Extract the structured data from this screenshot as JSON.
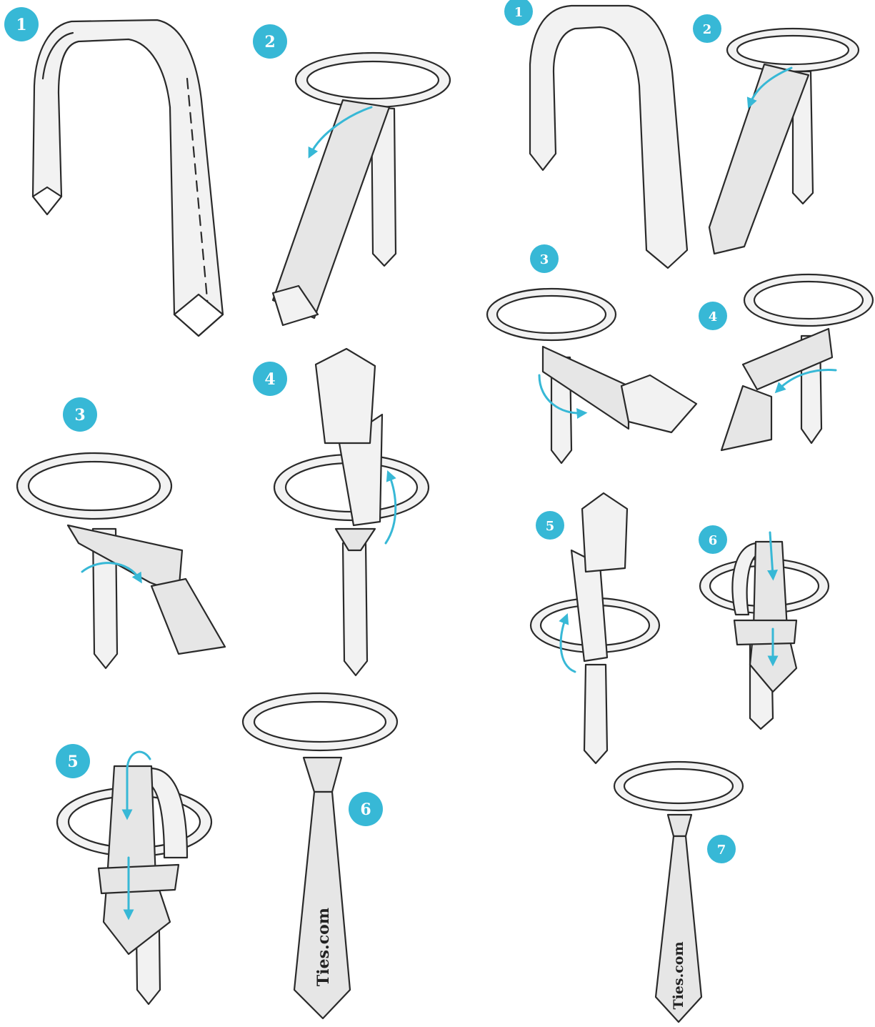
{
  "colors": {
    "badge": "#37b8d6",
    "arrow": "#37b8d6",
    "tie_fill": "#e6e6e6",
    "tie_fill_light": "#f2f2f2",
    "outline": "#2a2a2a",
    "background": "#ffffff"
  },
  "left_sequence": {
    "steps": [
      {
        "number": "1"
      },
      {
        "number": "2"
      },
      {
        "number": "3"
      },
      {
        "number": "4"
      },
      {
        "number": "5"
      },
      {
        "number": "6"
      }
    ],
    "brand_label": "Ties.com"
  },
  "right_sequence": {
    "steps": [
      {
        "number": "1"
      },
      {
        "number": "2"
      },
      {
        "number": "3"
      },
      {
        "number": "4"
      },
      {
        "number": "5"
      },
      {
        "number": "6"
      },
      {
        "number": "7"
      }
    ],
    "brand_label": "Ties.com"
  }
}
